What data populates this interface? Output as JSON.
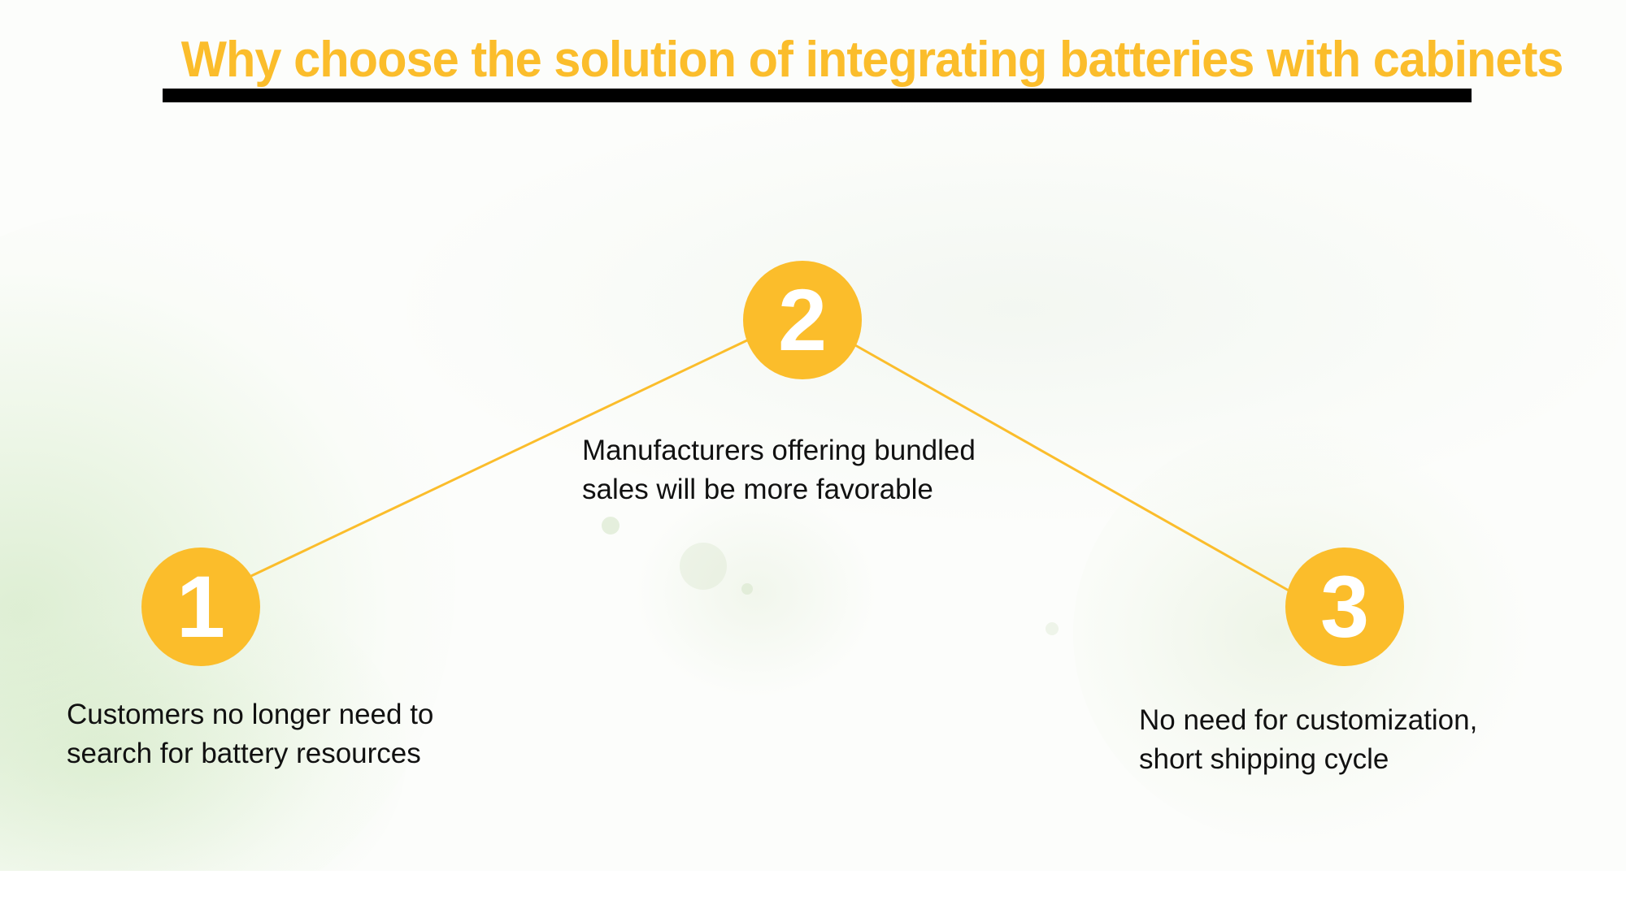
{
  "title": "Why choose the solution of integrating batteries with cabinets",
  "colors": {
    "accent": "#fbbd2b",
    "title_underline": "#000000",
    "text": "#111111",
    "background_wash": "#cfe6bf"
  },
  "steps": [
    {
      "number": "1",
      "lines": [
        "Customers no longer need to",
        "search for battery resources"
      ]
    },
    {
      "number": "2",
      "lines": [
        "Manufacturers offering bundled",
        "sales will be more favorable"
      ]
    },
    {
      "number": "3",
      "lines": [
        "No need for customization,",
        "short shipping cycle"
      ]
    }
  ]
}
